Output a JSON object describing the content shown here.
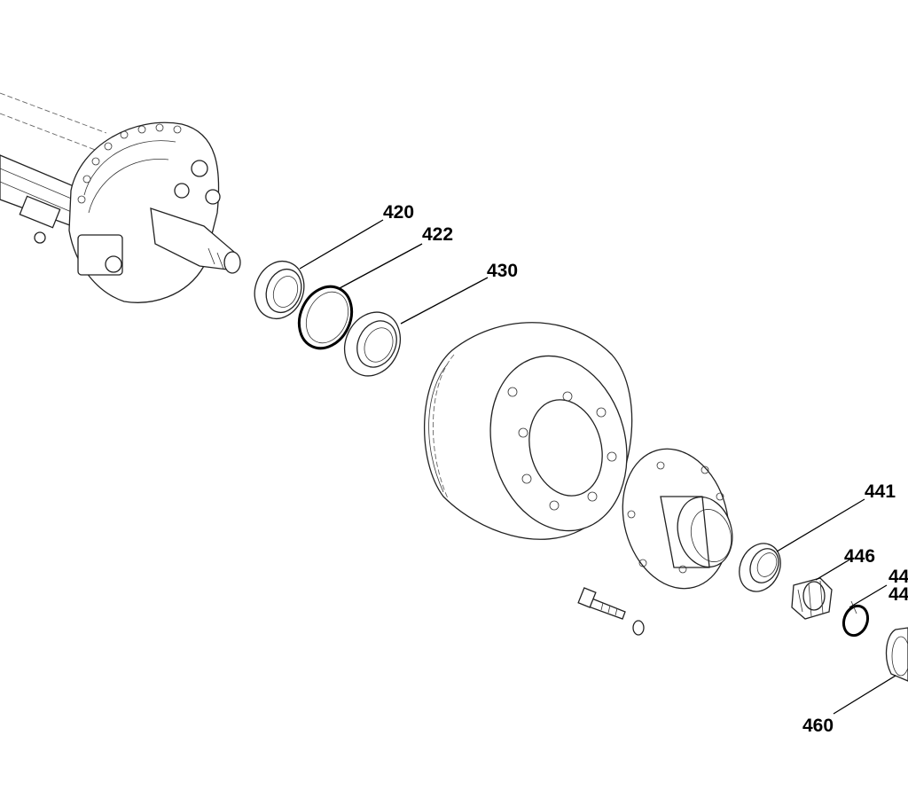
{
  "callouts": [
    {
      "id": "c420",
      "text": "420"
    },
    {
      "id": "c422",
      "text": "422"
    },
    {
      "id": "c430",
      "text": "430"
    },
    {
      "id": "c441",
      "text": "441"
    },
    {
      "id": "c446",
      "text": "446"
    },
    {
      "id": "c44a",
      "text": "44"
    },
    {
      "id": "c44b",
      "text": "44"
    },
    {
      "id": "c460",
      "text": "460"
    }
  ]
}
